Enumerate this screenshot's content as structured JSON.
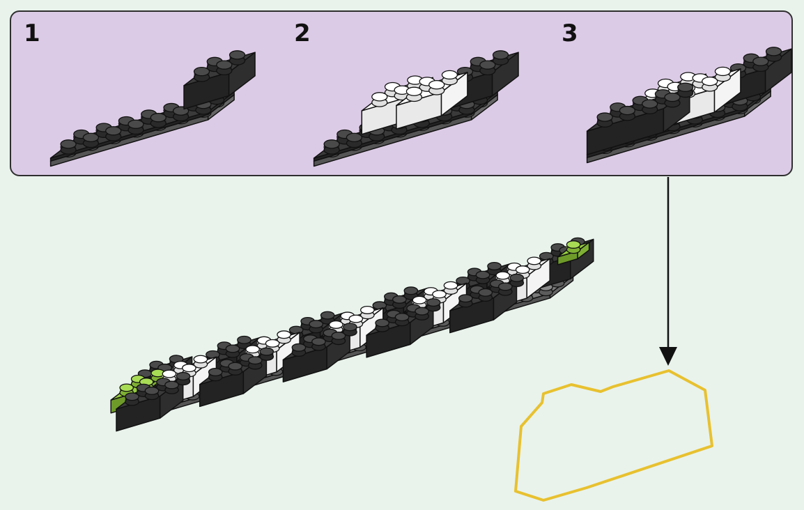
{
  "steps_panel": {
    "steps": [
      {
        "number": "1"
      },
      {
        "number": "2"
      },
      {
        "number": "3"
      }
    ]
  },
  "colors": {
    "background": "#e9f3ec",
    "panel": "#dccbe6",
    "brick_black": "#2b2b2b",
    "brick_white": "#f5f5f5",
    "brick_lime": "#8fc43a",
    "plate_grey": "#6b6b6b",
    "highlight_outline": "#e8c12f"
  }
}
